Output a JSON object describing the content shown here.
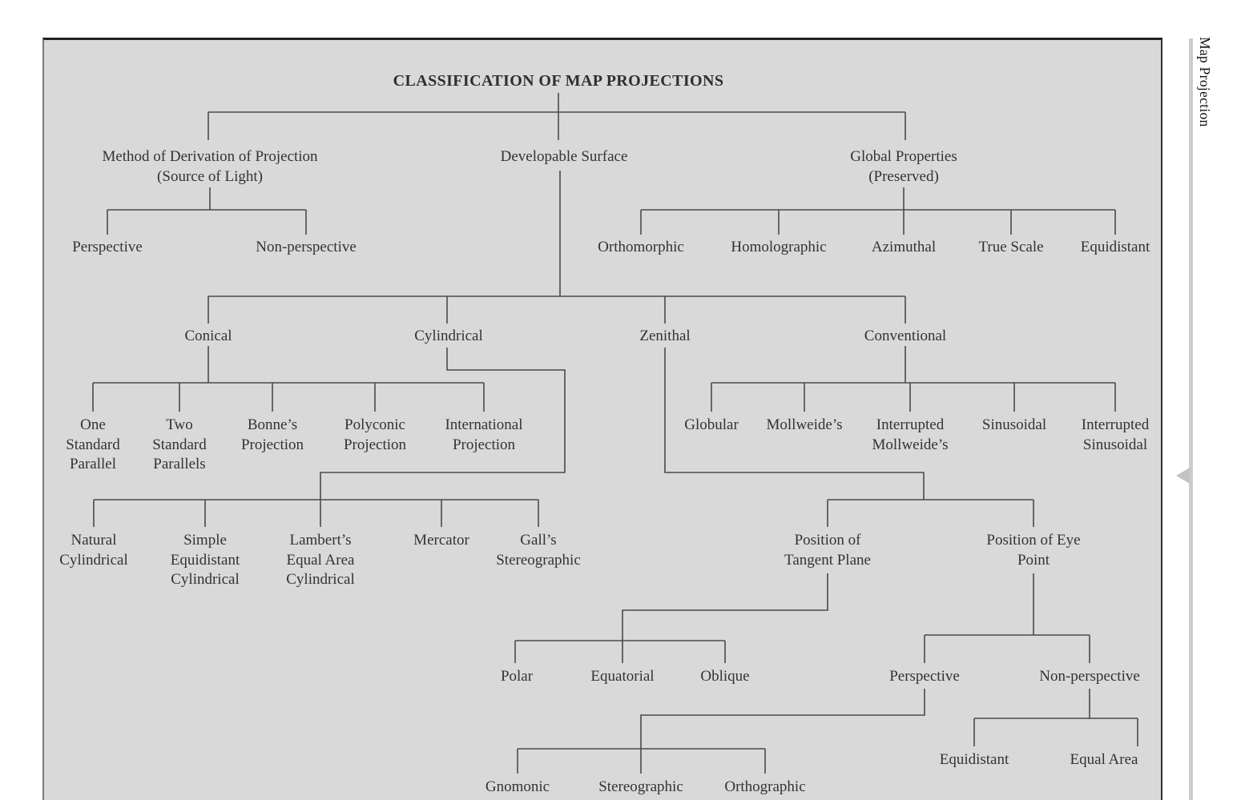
{
  "sidebar": {
    "vertical_label": "Map Projection"
  },
  "colors": {
    "diagram_background": "#d9d9d9",
    "line": "#4a4a4a",
    "text": "#333333",
    "divider": "#cccccc"
  },
  "diagram": {
    "title": "CLASSIFICATION OF MAP PROJECTIONS",
    "derivation": {
      "label": "Method of Derivation of Projection",
      "sublabel": "(Source of Light)",
      "children": [
        "Perspective",
        "Non-perspective"
      ]
    },
    "developable": {
      "label": "Developable Surface",
      "conical": {
        "label": "Conical",
        "children": [
          "One Standard Parallel",
          "Two Standard Parallels",
          "Bonne’s Projection",
          "Polyconic Projection",
          "International Projection"
        ]
      },
      "cylindrical": {
        "label": "Cylindrical",
        "children": [
          "Natural Cylindrical",
          "Simple Equidistant Cylindrical",
          "Lambert’s Equal Area Cylindrical",
          "Mercator",
          "Gall’s Stereographic"
        ]
      },
      "zenithal": {
        "label": "Zenithal",
        "tangent_plane": {
          "label": "Position of Tangent Plane",
          "children": [
            "Polar",
            "Equatorial",
            "Oblique"
          ]
        },
        "eye_point": {
          "label": "Position of Eye Point",
          "perspective": {
            "label": "Perspective",
            "children": [
              "Gnomonic",
              "Stereographic",
              "Orthographic"
            ]
          },
          "non_perspective": {
            "label": "Non-perspective",
            "children": [
              "Equidistant",
              "Equal Area"
            ]
          }
        }
      },
      "conventional": {
        "label": "Conventional",
        "children": [
          "Globular",
          "Mollweide’s",
          "Interrupted Mollweide’s",
          "Sinusoidal",
          "Interrupted Sinusoidal"
        ]
      }
    },
    "global_properties": {
      "label": "Global Properties",
      "sublabel": "(Preserved)",
      "children": [
        "Orthomorphic",
        "Homolographic",
        "Azimuthal",
        "True Scale",
        "Equidistant"
      ]
    }
  }
}
